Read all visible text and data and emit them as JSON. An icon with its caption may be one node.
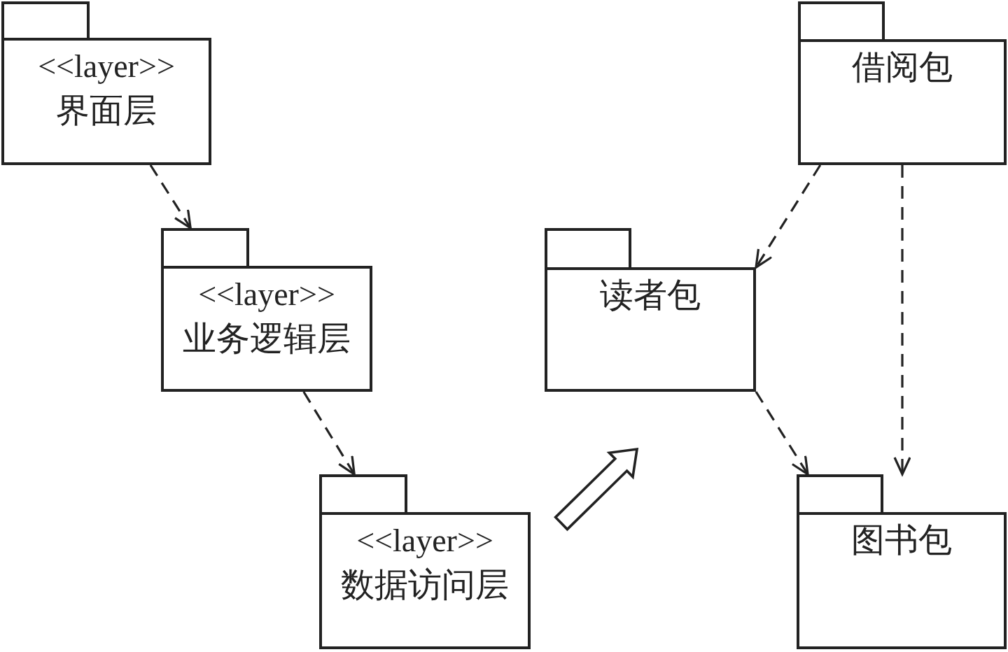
{
  "diagram": {
    "nodes": [
      {
        "text": [
          "<<layer>>",
          "界面层"
        ]
      },
      {
        "text": [
          "借阅包"
        ]
      },
      {
        "text": [
          "<<layer>>",
          "业务逻辑层"
        ]
      },
      {
        "text": [
          "读者包"
        ]
      },
      {
        "text": [
          "<<layer>>",
          "数据访问层"
        ]
      },
      {
        "text": [
          "图书包"
        ]
      }
    ],
    "edges": [
      {
        "from": 0,
        "to": 2,
        "arrow": "to",
        "style": "dashed"
      },
      {
        "from": 2,
        "to": 4,
        "arrow": "to",
        "style": "dashed"
      },
      {
        "from": 1,
        "to": 3,
        "arrow": "to",
        "style": "dashed"
      },
      {
        "from": 1,
        "to": 5,
        "arrow": "to",
        "style": "dashed"
      },
      {
        "from": 3,
        "to": 5,
        "arrow": "to",
        "style": "dashed"
      },
      {
        "from": 4,
        "to": 3,
        "arrow": "to",
        "style": "thick"
      }
    ]
  }
}
